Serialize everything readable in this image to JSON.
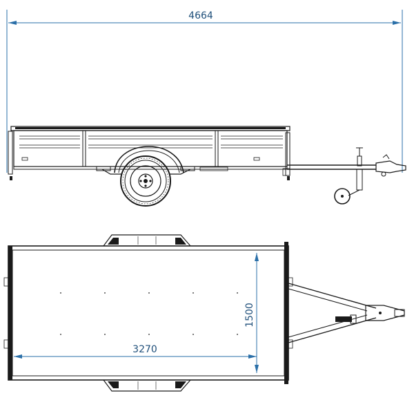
{
  "dimensions": {
    "overall_length": "4664",
    "bed_length": "3270",
    "bed_width": "1500"
  },
  "colors": {
    "dimension_lines": "#2a6fa8",
    "dimension_text": "#1f4f7a",
    "drawing_ink": "#1a1a1a"
  }
}
